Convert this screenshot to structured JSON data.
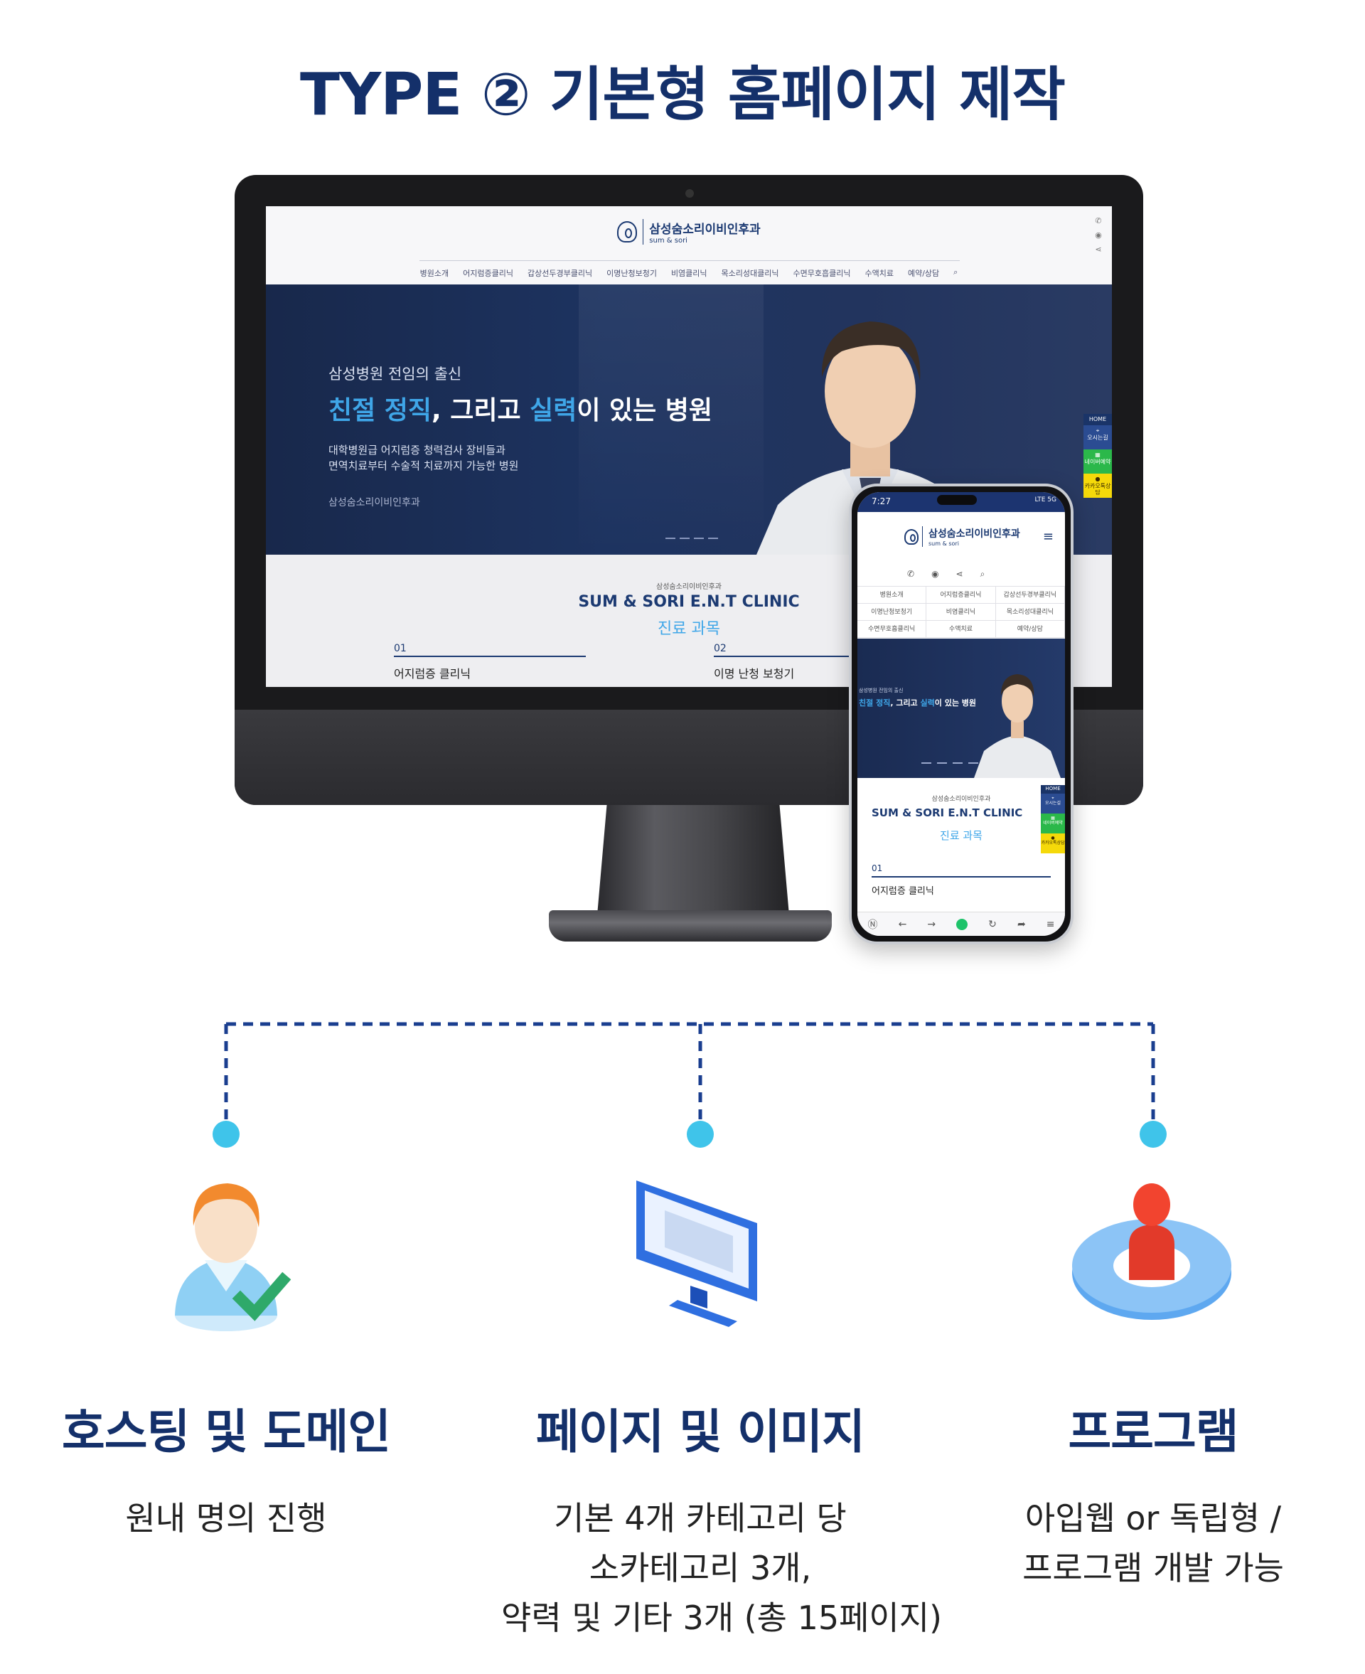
{
  "page": {
    "title": "TYPE ② 기본형 홈페이지 제작"
  },
  "site": {
    "logo_kr": "삼성숨소리이비인후과",
    "logo_en": "sum & sori",
    "nav": [
      "병원소개",
      "어지럼증클리닉",
      "갑상선두경부클리닉",
      "이명난청보청기",
      "비염클리닉",
      "목소리성대클리닉",
      "수면무호흡클리닉",
      "수액치료",
      "예약/상담"
    ],
    "hero": {
      "sub": "삼성병원 전임의 출신",
      "title_hl1": "친절 정직",
      "title_mid": ", 그리고 ",
      "title_hl2": "실력",
      "title_end": "이 있는 병원",
      "desc1": "대학병원급 어지럼증 청력검사 장비들과",
      "desc2": "면역치료부터 수술적 치료까지 가능한 병원",
      "small": "삼성숨소리이비인후과"
    },
    "quick_menu": {
      "home": "HOME",
      "map": "오시는길",
      "naver": "네이버예약",
      "kakao": "카카오톡상담"
    },
    "clinic": {
      "small": "삼성숨소리이비인후과",
      "title": "SUM & SORI E.N.T CLINIC",
      "sub": "진료 과목",
      "cards": [
        {
          "num": "01",
          "name": "어지럼증 클리닉"
        },
        {
          "num": "02",
          "name": "이명 난청 보청기"
        }
      ]
    }
  },
  "phone": {
    "time": "7:27",
    "signal": "LTE 5G",
    "grid": [
      "병원소개",
      "어지럼증클리닉",
      "갑상선두경부클리닉",
      "이명난청보청기",
      "비염클리닉",
      "목소리성대클리닉",
      "수면무호흡클리닉",
      "수액치료",
      "예약/상담"
    ],
    "hero_sub": "삼성병원 전임의 출신",
    "hero_title_hl1": "친절 정직",
    "hero_title_mid": ", 그리고 ",
    "hero_title_hl2": "실력",
    "hero_title_end": "이 있는 병원",
    "clinic_small": "삼성숨소리이비인후과",
    "clinic_title": "SUM & SORI E.N.T CLINIC",
    "clinic_sub": "진료 과목",
    "card_num": "01",
    "card_name": "어지럼증 클리닉"
  },
  "features": [
    {
      "title": "호스팅 및 도메인",
      "desc": [
        "원내 명의 진행"
      ],
      "icon": "user-check-icon"
    },
    {
      "title": "페이지 및 이미지",
      "desc": [
        "기본 4개 카테고리 당",
        "소카테고리 3개,",
        "약력 및 기타 3개 (총 15페이지)"
      ],
      "icon": "monitor-icon"
    },
    {
      "title": "프로그램",
      "desc": [
        "아입웹 or 독립형 /",
        "프로그램 개발 가능"
      ],
      "icon": "gear-person-icon"
    }
  ],
  "colors": {
    "navy": "#14306a",
    "accent": "#3fa6e8",
    "connector": "#1a3e8f",
    "dot": "#3fc4ea"
  }
}
